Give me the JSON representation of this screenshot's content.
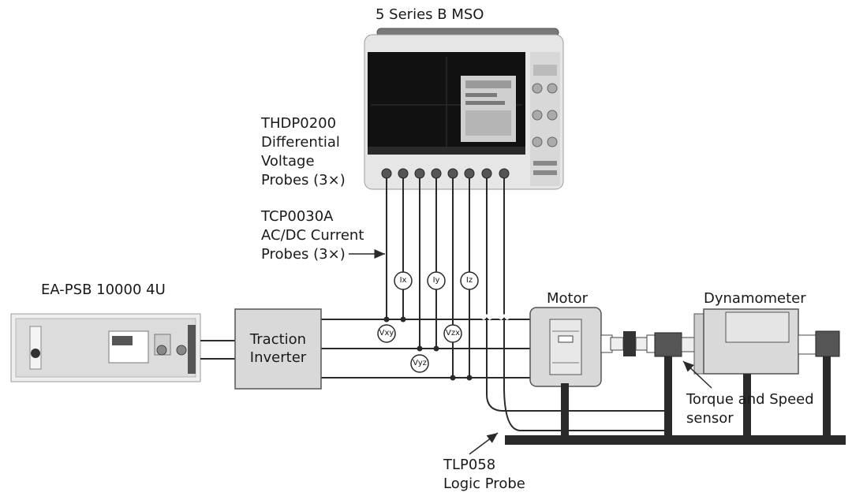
{
  "labels": {
    "scope": "5 Series B MSO",
    "voltage_probe": [
      "THDP0200",
      "Differential",
      "Voltage",
      "Probes (3×)"
    ],
    "current_probe": [
      "TCP0030A",
      "AC/DC Current",
      "Probes (3×)"
    ],
    "power_supply": "EA-PSB 10000 4U",
    "inverter": [
      "Traction",
      "Inverter"
    ],
    "motor": "Motor",
    "dynamometer": "Dynamometer",
    "torque_sensor": [
      "Torque and Speed",
      "sensor"
    ],
    "logic_probe": [
      "TLP058",
      "Logic Probe"
    ]
  },
  "probes": {
    "ix": "Ix",
    "iy": "Iy",
    "iz": "Iz",
    "vxy": "Vxy",
    "vzx": "Vzx",
    "vyz": "Vyz"
  },
  "colors": {
    "line": "#2a2a2a",
    "block_fill": "#d9d9d9",
    "screen": "#111111"
  }
}
